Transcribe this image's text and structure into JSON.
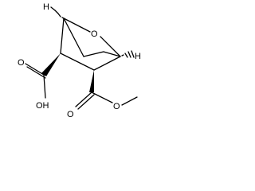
{
  "labels": {
    "o_bridge": "O",
    "h_left": "H",
    "h_right": "H",
    "acid_o": "O",
    "acid_oh": "OH",
    "ester_o_carbonyl": "O",
    "ester_o_single": "O"
  }
}
